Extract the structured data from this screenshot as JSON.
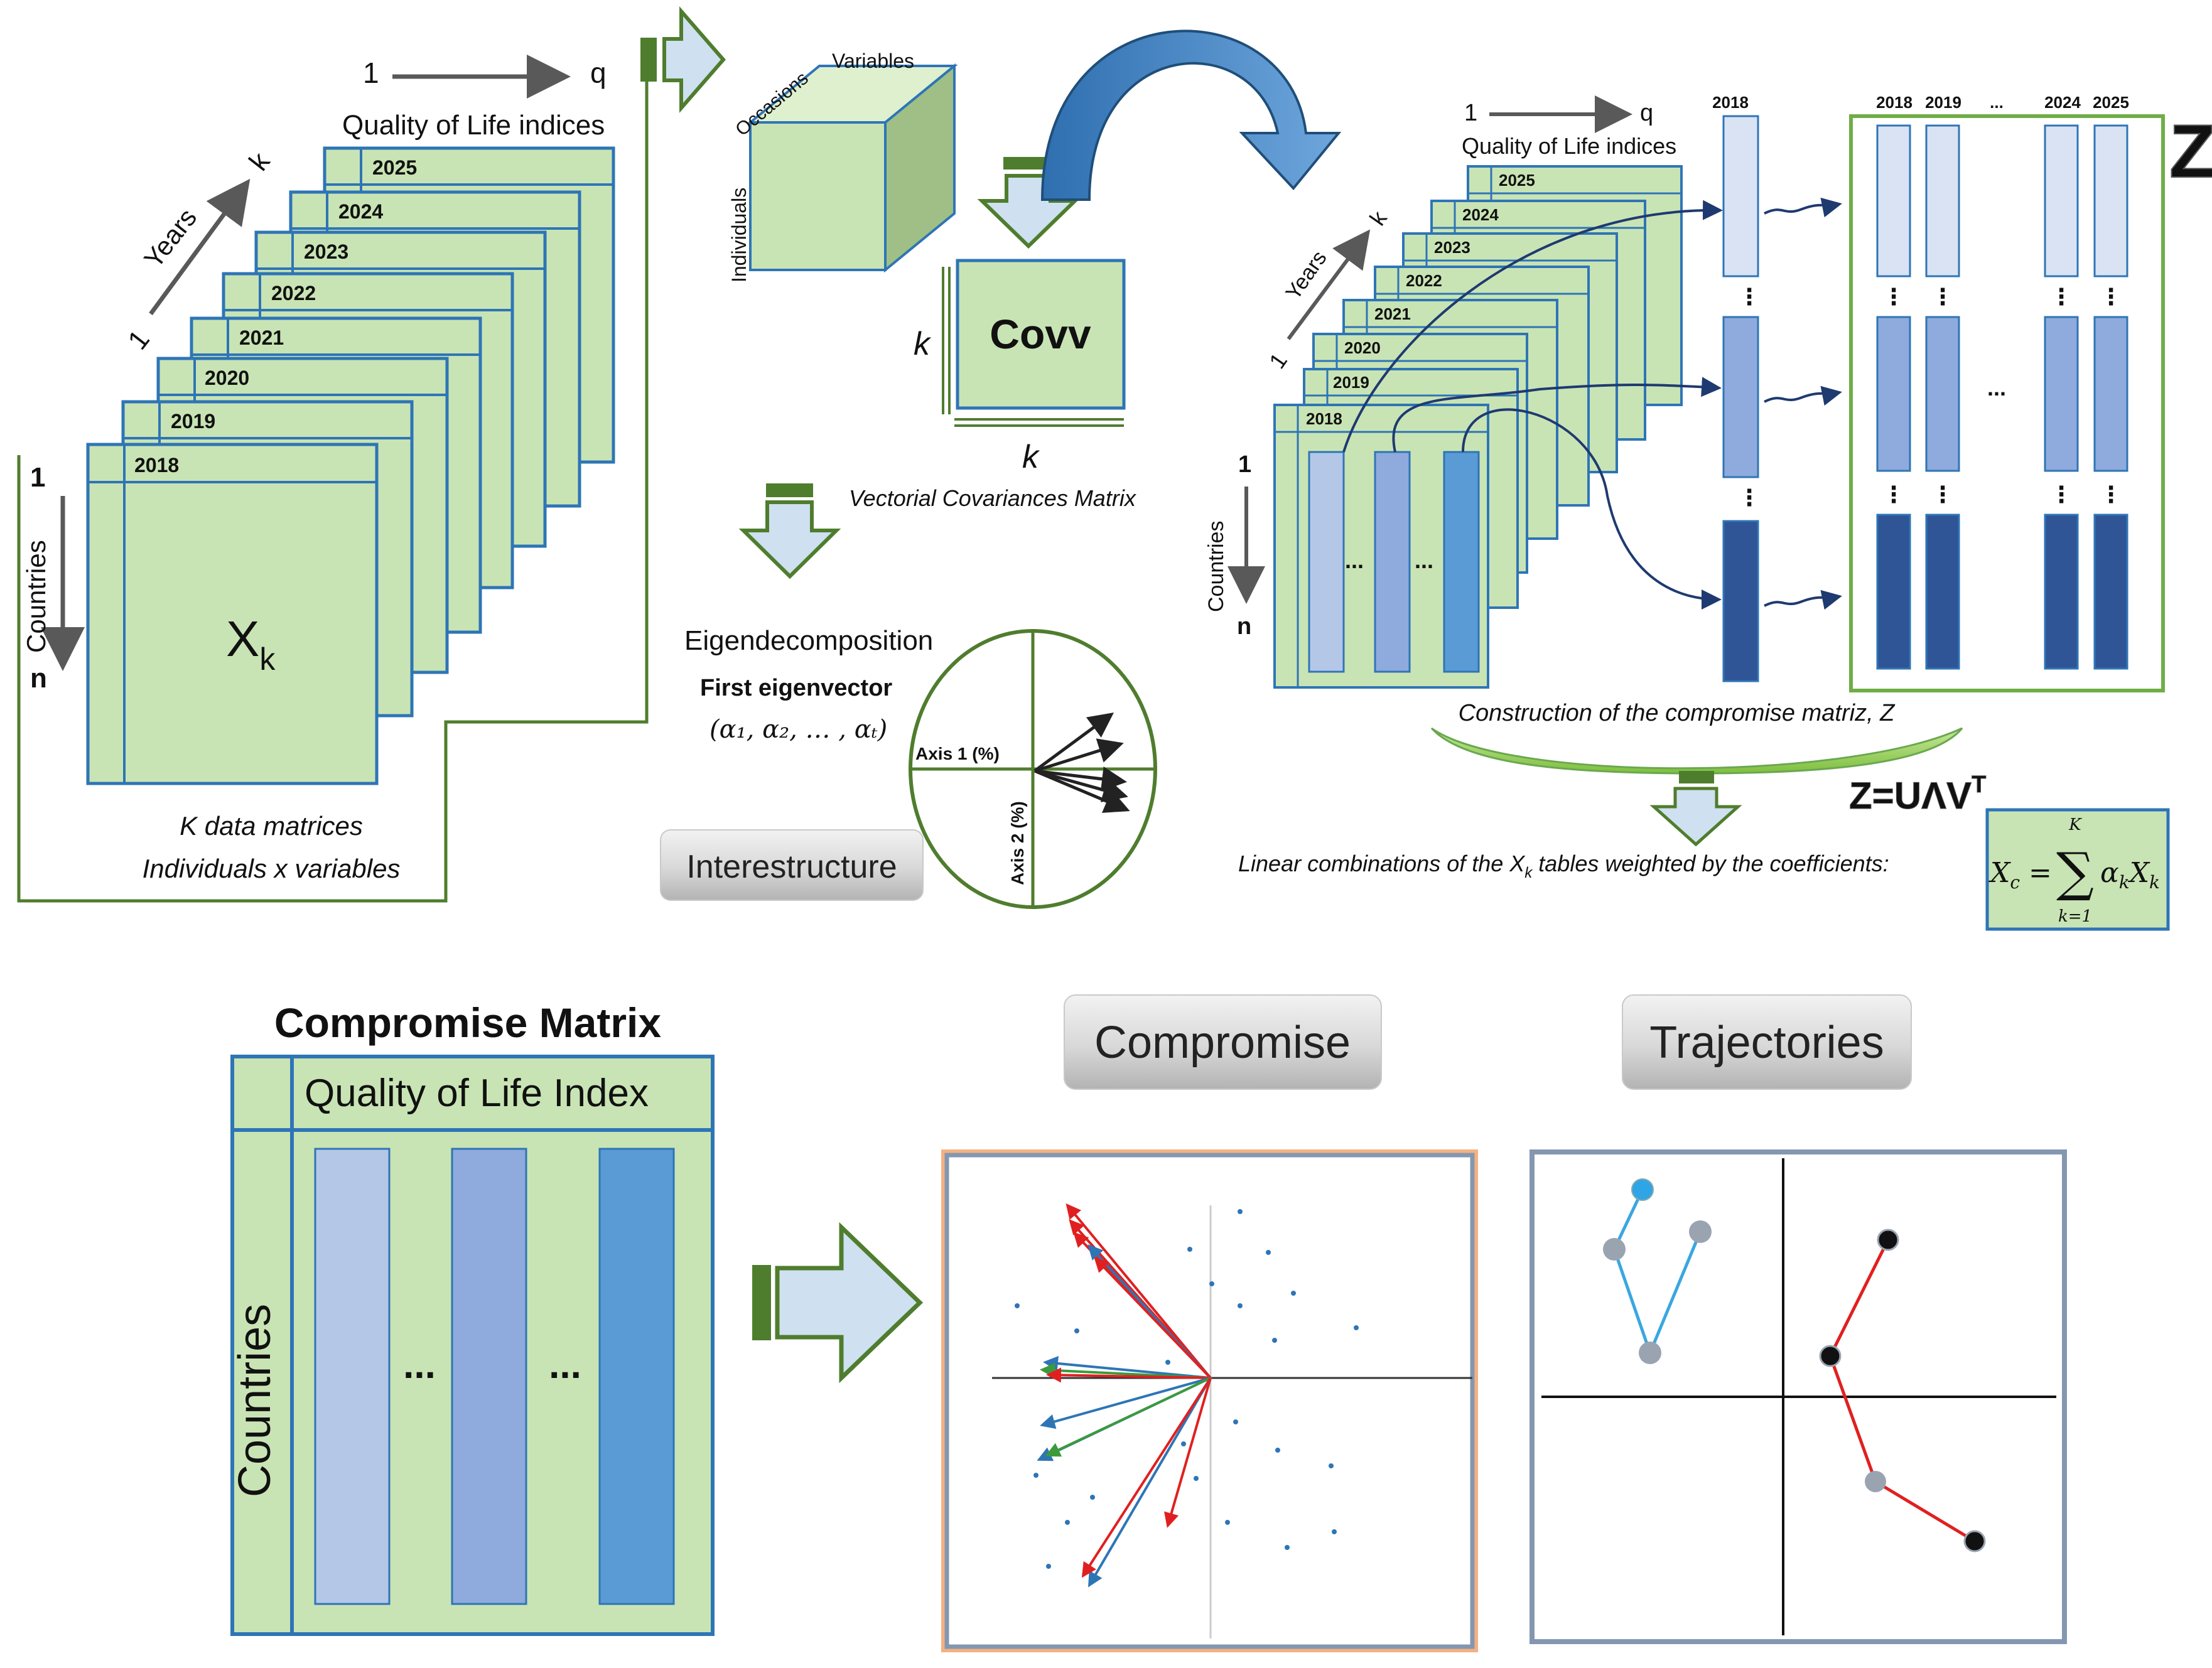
{
  "colors": {
    "matrix_fill": "#c9e4b4",
    "matrix_border": "#2e75b6",
    "frame_green": "#4f7d2e",
    "arrow_fill": "#cfe0f0",
    "bar_light": "#b4c7e7",
    "bar_mid": "#8faadc",
    "bar_blue": "#5b9bd5",
    "bar_dark": "#2f5597",
    "red": "#e02020",
    "blue_vec": "#2e75b6",
    "green_vec": "#3b9a3b",
    "traj_cyan": "#3aa7e0"
  },
  "data_block": {
    "axis_q_start": "1",
    "axis_q_end": "q",
    "qol_label": "Quality of Life indices",
    "years_start": "1",
    "years_label": "Years",
    "years_end": "k",
    "countries_start": "1",
    "countries_label": "Countries",
    "countries_end": "n",
    "years": [
      "2018",
      "2019",
      "2020",
      "2021",
      "2022",
      "2023",
      "2024",
      "2025"
    ],
    "xk_main": "X",
    "xk_sub": "k",
    "caption_line1": "K data matrices",
    "caption_line2": "Individuals x variables"
  },
  "cube": {
    "variables": "Variables",
    "occasions": "Occasions",
    "individuals": "Individuals"
  },
  "covv": {
    "label": "Covv",
    "k_left": "k",
    "k_bottom": "k",
    "caption": "Vectorial Covariances Matrix"
  },
  "eigen": {
    "title": "Eigendecomposition",
    "first_eigenvector": "First eigenvector",
    "vector": "(α₁, α₂, … , αₜ)",
    "axis1": "Axis 1 (%)",
    "axis2": "Axis 2 (%)",
    "interestructure": "Interestructure"
  },
  "right_block": {
    "axis_q_start": "1",
    "axis_q_end": "q",
    "qol_label": "Quality of Life indices",
    "years_start": "1",
    "years_label": "Years",
    "years_end": "k",
    "countries_start": "1",
    "countries_label": "Countries",
    "countries_end": "n",
    "years": [
      "2018",
      "2019",
      "2020",
      "2021",
      "2022",
      "2023",
      "2024",
      "2025"
    ],
    "ellipsis": "...",
    "col_year_single": "2018",
    "z_headers": [
      "2018",
      "2019",
      "...",
      "2024",
      "2025"
    ],
    "z_letter": "Z",
    "construction_caption": "Construction of the compromise matriz, Z",
    "svd_formula": "Z=UΛV",
    "svd_sup": "T",
    "linear_caption": "Linear combinations of the X",
    "linear_sub": "k",
    "linear_caption_rest": " tables weighted by the coefficients:",
    "formula_lhs": "X",
    "formula_lhs_sub": "c",
    "formula_eq": " = ",
    "formula_sum": "∑",
    "formula_upper": "K",
    "formula_lower": "k=1",
    "formula_term": "α",
    "formula_term_sub": "k",
    "formula_x": "X",
    "formula_x_sub": "k"
  },
  "compromise_matrix": {
    "title": "Compromise Matrix",
    "header": "Quality of Life Index",
    "rows_label": "Countries",
    "ellipsis": "..."
  },
  "panels": {
    "compromise": "Compromise",
    "trajectories": "Trajectories"
  }
}
